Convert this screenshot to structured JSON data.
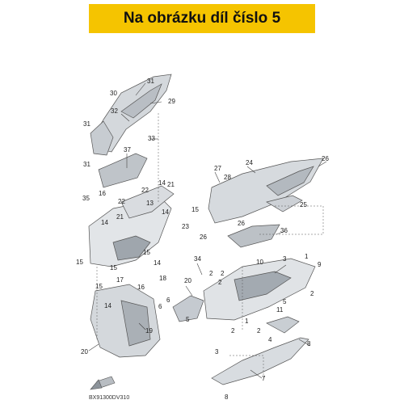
{
  "banner": {
    "text": "Na obrázku díl číslo 5",
    "color": "#f5c400"
  },
  "diagram": {
    "code": "BX91300DV310",
    "callouts": [
      "31",
      "30",
      "29",
      "32",
      "33",
      "31",
      "31",
      "37",
      "35",
      "16",
      "22",
      "22",
      "14",
      "21",
      "14",
      "13",
      "15",
      "23",
      "14",
      "21",
      "15",
      "15",
      "14",
      "15",
      "18",
      "17",
      "16",
      "15",
      "14",
      "19",
      "20",
      "27",
      "28",
      "24",
      "26",
      "26",
      "25",
      "26",
      "36",
      "34",
      "3",
      "1",
      "10",
      "9",
      "2",
      "2",
      "2",
      "2",
      "2",
      "2",
      "20",
      "6",
      "6",
      "5",
      "11",
      "4",
      "5",
      "8",
      "7",
      "8",
      "3",
      "1"
    ]
  },
  "colors": {
    "part_fill": "#cfd3d8",
    "part_dark": "#9aa1a8",
    "line": "#444444"
  }
}
